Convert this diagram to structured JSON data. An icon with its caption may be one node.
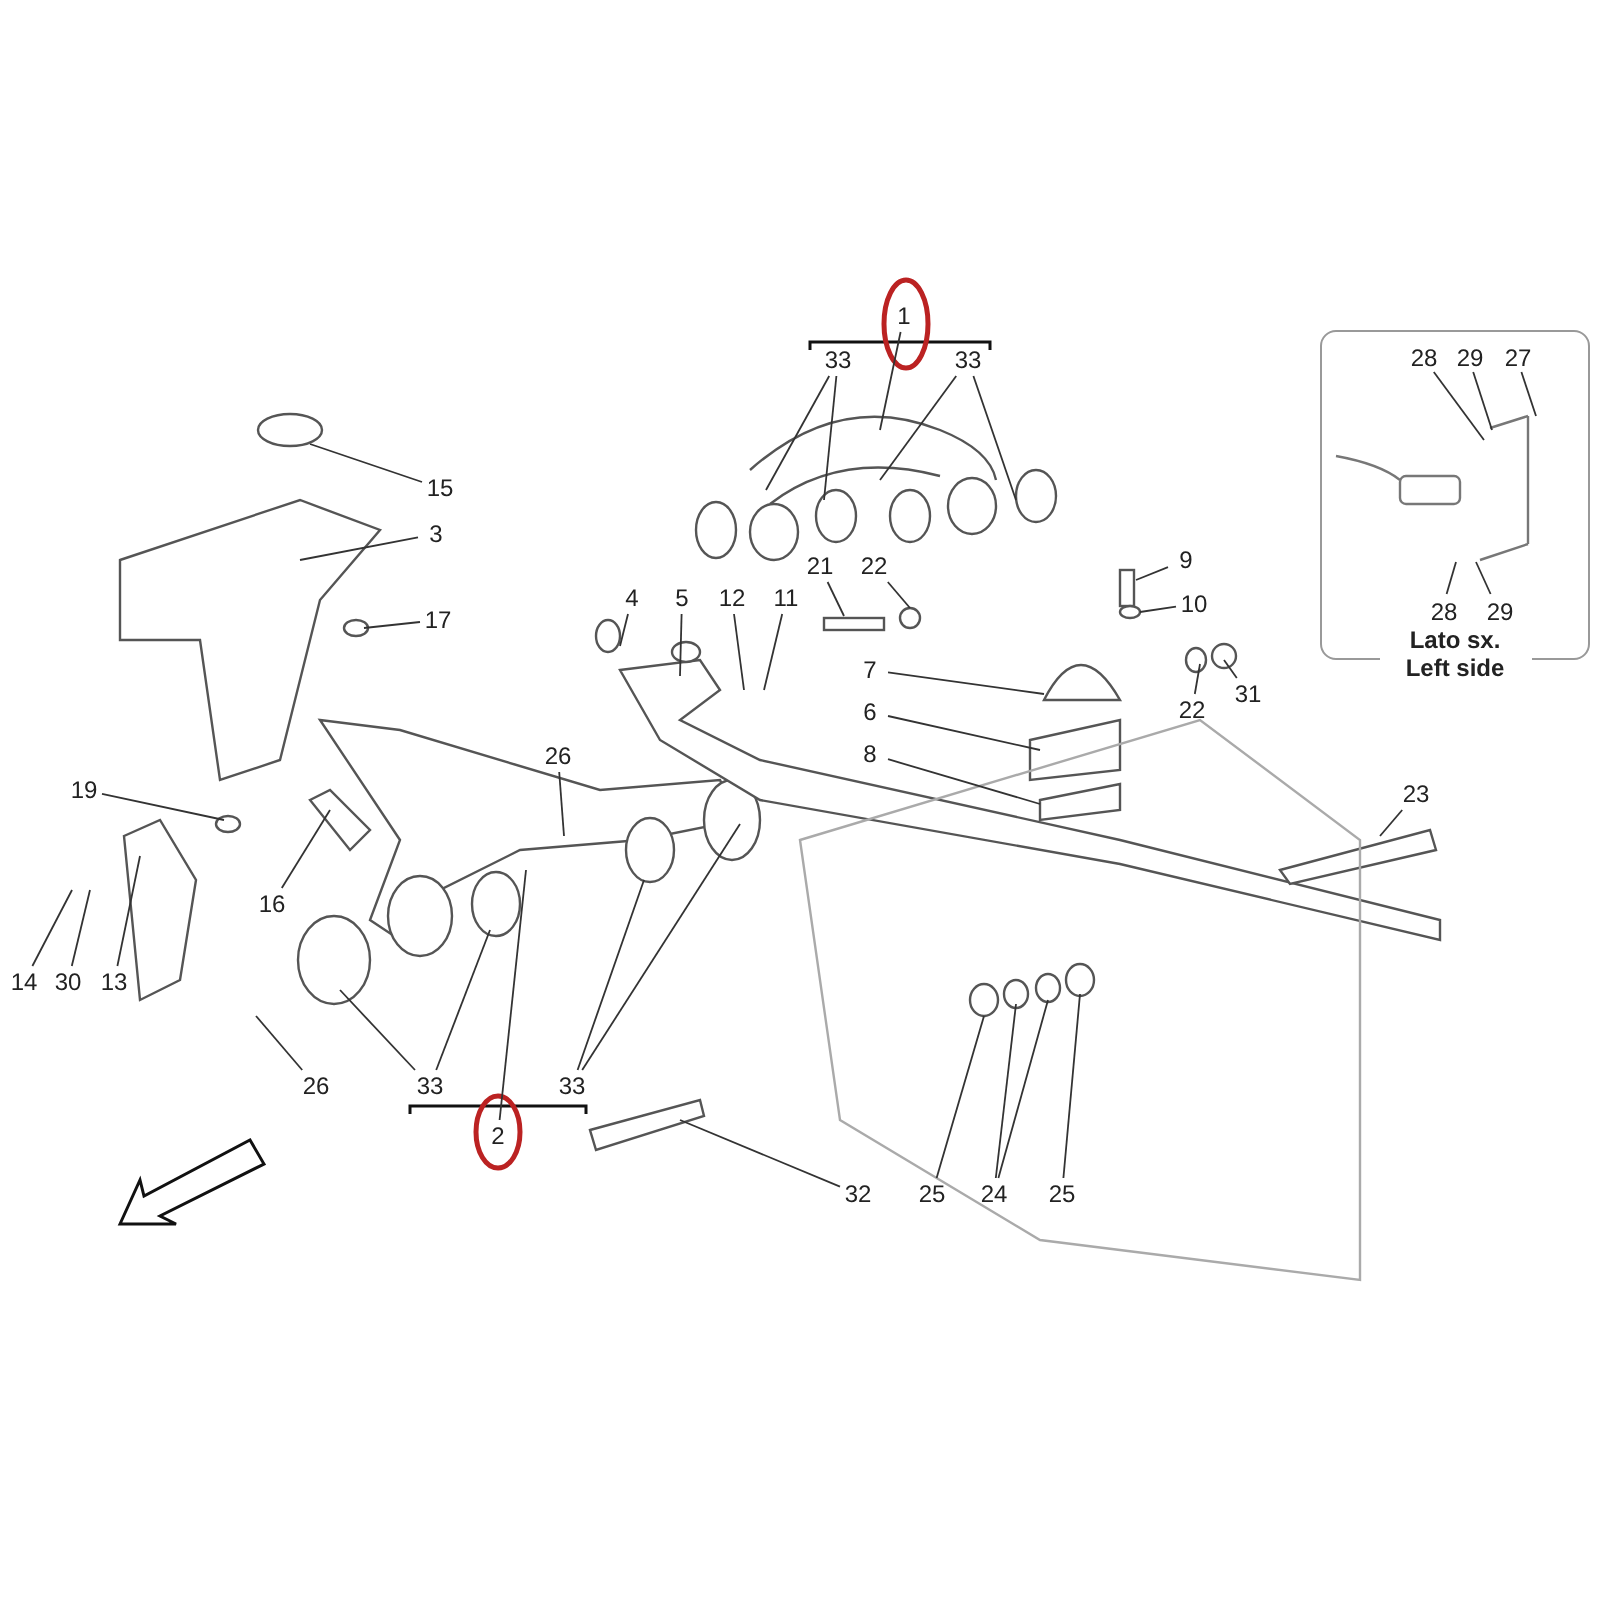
{
  "diagram": {
    "nodes": [
      {
        "text": [
          "1"
        ]
      },
      {
        "text": [
          "33"
        ]
      },
      {
        "text": [
          "33"
        ]
      },
      {
        "text": [
          "15"
        ]
      },
      {
        "text": [
          "3"
        ]
      },
      {
        "text": [
          "17"
        ]
      },
      {
        "text": [
          "4"
        ]
      },
      {
        "text": [
          "5"
        ]
      },
      {
        "text": [
          "12"
        ]
      },
      {
        "text": [
          "11"
        ]
      },
      {
        "text": [
          "9"
        ]
      },
      {
        "text": [
          "10"
        ]
      },
      {
        "text": [
          "21"
        ]
      },
      {
        "text": [
          "22"
        ]
      },
      {
        "text": [
          "7"
        ]
      },
      {
        "text": [
          "22"
        ]
      },
      {
        "text": [
          "31"
        ]
      },
      {
        "text": [
          "6"
        ]
      },
      {
        "text": [
          "26"
        ]
      },
      {
        "text": [
          "8"
        ]
      },
      {
        "text": [
          "19"
        ]
      },
      {
        "text": [
          "23"
        ]
      },
      {
        "text": [
          "16"
        ]
      },
      {
        "text": [
          "14"
        ]
      },
      {
        "text": [
          "30"
        ]
      },
      {
        "text": [
          "13"
        ]
      },
      {
        "text": [
          "26"
        ]
      },
      {
        "text": [
          "33"
        ]
      },
      {
        "text": [
          "33"
        ]
      },
      {
        "text": [
          "2"
        ]
      },
      {
        "text": [
          "32"
        ]
      },
      {
        "text": [
          "25"
        ]
      },
      {
        "text": [
          "24"
        ]
      },
      {
        "text": [
          "25"
        ]
      },
      {
        "text": [
          "Lato sx. Left side"
        ]
      },
      {
        "text": [
          "28"
        ],
        "in": 34
      },
      {
        "text": [
          "29"
        ],
        "in": 34
      },
      {
        "text": [
          "27"
        ],
        "in": 34
      },
      {
        "text": [
          "28"
        ],
        "in": 34
      },
      {
        "text": [
          "29"
        ],
        "in": 34
      }
    ],
    "edges": [
      {
        "from": 0,
        "to": null,
        "arrow": "none"
      },
      {
        "from": 1,
        "to": null,
        "arrow": "none"
      },
      {
        "from": 1,
        "to": null,
        "arrow": "none"
      },
      {
        "from": 2,
        "to": null,
        "arrow": "none"
      },
      {
        "from": 2,
        "to": null,
        "arrow": "none"
      },
      {
        "from": 3,
        "to": null,
        "arrow": "none"
      },
      {
        "from": 4,
        "to": null,
        "arrow": "none"
      },
      {
        "from": 5,
        "to": null,
        "arrow": "none"
      },
      {
        "from": 6,
        "to": null,
        "arrow": "none"
      },
      {
        "from": 7,
        "to": null,
        "arrow": "none"
      },
      {
        "from": 8,
        "to": null,
        "arrow": "none"
      },
      {
        "from": 9,
        "to": null,
        "arrow": "none"
      },
      {
        "from": 10,
        "to": null,
        "arrow": "none"
      },
      {
        "from": 11,
        "to": null,
        "arrow": "none"
      },
      {
        "from": 12,
        "to": null,
        "arrow": "none"
      },
      {
        "from": 13,
        "to": null,
        "arrow": "none"
      },
      {
        "from": 14,
        "to": null,
        "arrow": "none"
      },
      {
        "from": 15,
        "to": null,
        "arrow": "none"
      },
      {
        "from": 16,
        "to": null,
        "arrow": "none"
      },
      {
        "from": 17,
        "to": null,
        "arrow": "none"
      },
      {
        "from": 18,
        "to": null,
        "arrow": "none"
      },
      {
        "from": 19,
        "to": null,
        "arrow": "none"
      },
      {
        "from": 20,
        "to": null,
        "arrow": "none"
      },
      {
        "from": 21,
        "to": null,
        "arrow": "none"
      },
      {
        "from": 22,
        "to": null,
        "arrow": "none"
      },
      {
        "from": 23,
        "to": null,
        "arrow": "none"
      },
      {
        "from": 24,
        "to": null,
        "arrow": "none"
      },
      {
        "from": 25,
        "to": null,
        "arrow": "none"
      },
      {
        "from": 26,
        "to": null,
        "arrow": "none"
      },
      {
        "from": 27,
        "to": null,
        "arrow": "none"
      },
      {
        "from": 27,
        "to": null,
        "arrow": "none"
      },
      {
        "from": 28,
        "to": null,
        "arrow": "none"
      },
      {
        "from": 28,
        "to": null,
        "arrow": "none"
      },
      {
        "from": 29,
        "to": null,
        "arrow": "none"
      },
      {
        "from": 30,
        "to": null,
        "arrow": "none"
      },
      {
        "from": 31,
        "to": null,
        "arrow": "none"
      },
      {
        "from": 32,
        "to": null,
        "arrow": "none"
      },
      {
        "from": 32,
        "to": null,
        "arrow": "none"
      },
      {
        "from": 33,
        "to": null,
        "arrow": "none"
      },
      {
        "from": 35,
        "to": null,
        "arrow": "none"
      },
      {
        "from": 36,
        "to": null,
        "arrow": "none"
      },
      {
        "from": 37,
        "to": null,
        "arrow": "none"
      },
      {
        "from": 38,
        "to": null,
        "arrow": "none"
      },
      {
        "from": 39,
        "to": null,
        "arrow": "none"
      }
    ]
  }
}
